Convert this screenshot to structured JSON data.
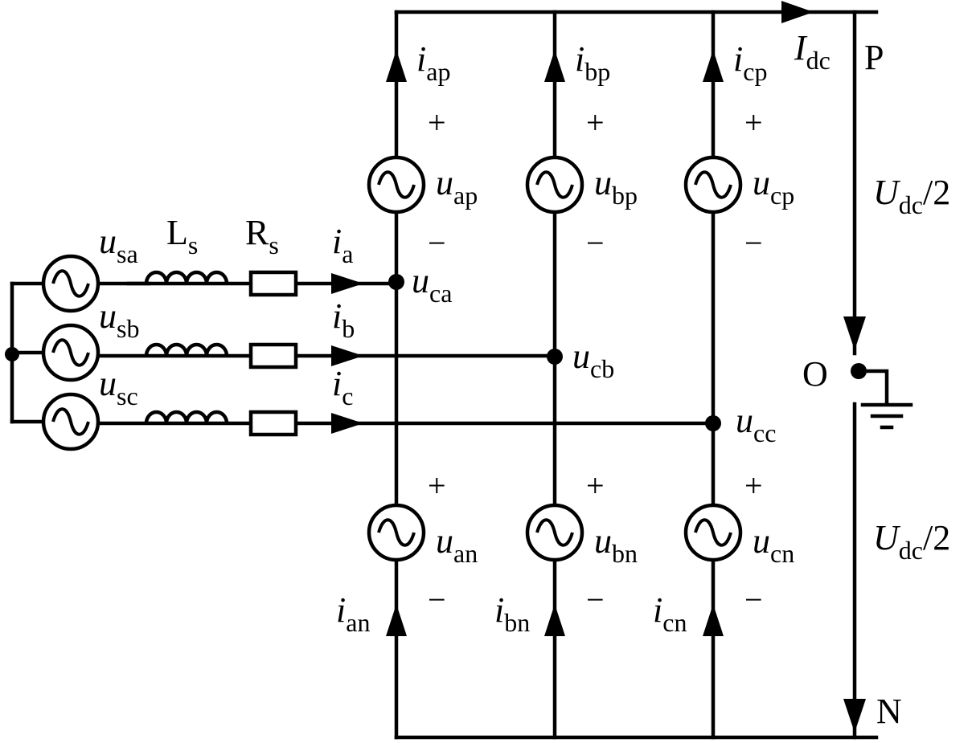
{
  "colors": {
    "ink": "#000000",
    "background": "#ffffff"
  },
  "grid_sources": [
    {
      "base": "u",
      "sub": "sa"
    },
    {
      "base": "u",
      "sub": "sb"
    },
    {
      "base": "u",
      "sub": "sc"
    }
  ],
  "line_components": {
    "inductor": {
      "base": "L",
      "sub": "s"
    },
    "resistor": {
      "base": "R",
      "sub": "s"
    }
  },
  "phase_currents": [
    {
      "base": "i",
      "sub": "a"
    },
    {
      "base": "i",
      "sub": "b"
    },
    {
      "base": "i",
      "sub": "c"
    }
  ],
  "ac_node_voltages": [
    {
      "base": "u",
      "sub": "ca"
    },
    {
      "base": "u",
      "sub": "cb"
    },
    {
      "base": "u",
      "sub": "cc"
    }
  ],
  "upper_arms": [
    {
      "current": {
        "base": "i",
        "sub": "ap"
      },
      "voltage": {
        "base": "u",
        "sub": "ap"
      },
      "plus": "+",
      "minus": "−"
    },
    {
      "current": {
        "base": "i",
        "sub": "bp"
      },
      "voltage": {
        "base": "u",
        "sub": "bp"
      },
      "plus": "+",
      "minus": "−"
    },
    {
      "current": {
        "base": "i",
        "sub": "cp"
      },
      "voltage": {
        "base": "u",
        "sub": "cp"
      },
      "plus": "+",
      "minus": "−"
    }
  ],
  "lower_arms": [
    {
      "current": {
        "base": "i",
        "sub": "an"
      },
      "voltage": {
        "base": "u",
        "sub": "an"
      },
      "plus": "+",
      "minus": "−"
    },
    {
      "current": {
        "base": "i",
        "sub": "bn"
      },
      "voltage": {
        "base": "u",
        "sub": "bn"
      },
      "plus": "+",
      "minus": "−"
    },
    {
      "current": {
        "base": "i",
        "sub": "cn"
      },
      "voltage": {
        "base": "u",
        "sub": "cn"
      },
      "plus": "+",
      "minus": "−"
    }
  ],
  "dc_side": {
    "current": {
      "base": "I",
      "sub": "dc"
    },
    "pos_terminal": "P",
    "neg_terminal": "N",
    "midpoint": "O",
    "upper_voltage": {
      "base": "U",
      "sub": "dc",
      "suffix": "/2"
    },
    "lower_voltage": {
      "base": "U",
      "sub": "dc",
      "suffix": "/2"
    }
  }
}
